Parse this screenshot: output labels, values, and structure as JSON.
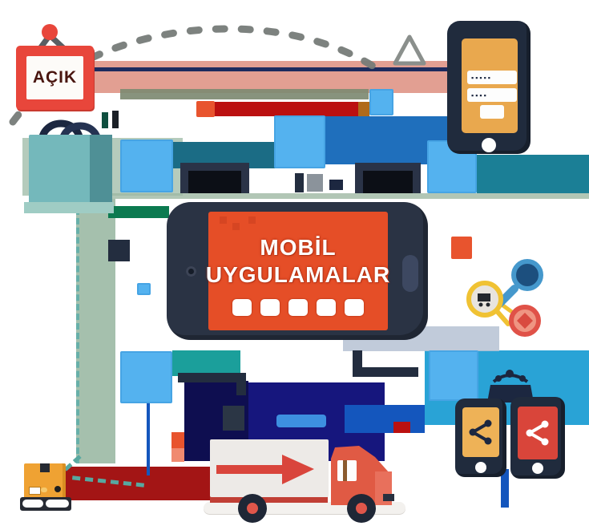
{
  "sign": {
    "label": "AÇIK"
  },
  "tablet": {
    "title_line1": "MOBİL",
    "title_line2": "UYGULAMALAR",
    "screen_dot_count": 5
  },
  "login_phone": {
    "password_row1": "▪▪▪▪▪",
    "password_row2": "▪▪▪▪"
  },
  "icons": [
    "open-sign",
    "shopping-bag-icon",
    "dotted-path",
    "triangle-icon",
    "login-phone",
    "tablet-mobil-uygulamalar",
    "search-magnifier-yellow-icon",
    "search-magnifier-blue-icon",
    "share-node-red-icon",
    "share-phone-amber",
    "share-phone-red",
    "clipboard-icon",
    "delivery-truck",
    "package-box"
  ],
  "palette": {
    "sign_red": "#e8463b",
    "sign_text": "#49150f",
    "screen_orange": "#e54e27",
    "amber": "#e9a84e",
    "navy": "#1c2740",
    "tablet_body": "#2a3344",
    "bright_blue": "#54b2ef",
    "cyan": "#29a3d6",
    "teal_band": "#1b6c85",
    "teal_green": "#1b9f9b",
    "teal_right": "#1b7f96",
    "medium_blue": "#1f6fbc",
    "royal_blue": "#1456bd",
    "midnight": "#16167d",
    "dark_navy_block": "#0e0e50",
    "sage": "#9cbaa5",
    "olive": "#7e8a72",
    "salmon": "#e09a8c",
    "crimson": "#bb1010",
    "dark_red": "#a31515",
    "orange": "#e8542e",
    "truck_white": "#edeae7",
    "truck_red": "#e05a44",
    "arrow_red": "#d9453c",
    "package_orange": "#efa233",
    "bag_teal": "#74b8bb",
    "magnifier_yellow": "#f0c233",
    "magnifier_blue": "#4598cc",
    "node_red": "#e05248",
    "dash_gray": "#767b78"
  }
}
